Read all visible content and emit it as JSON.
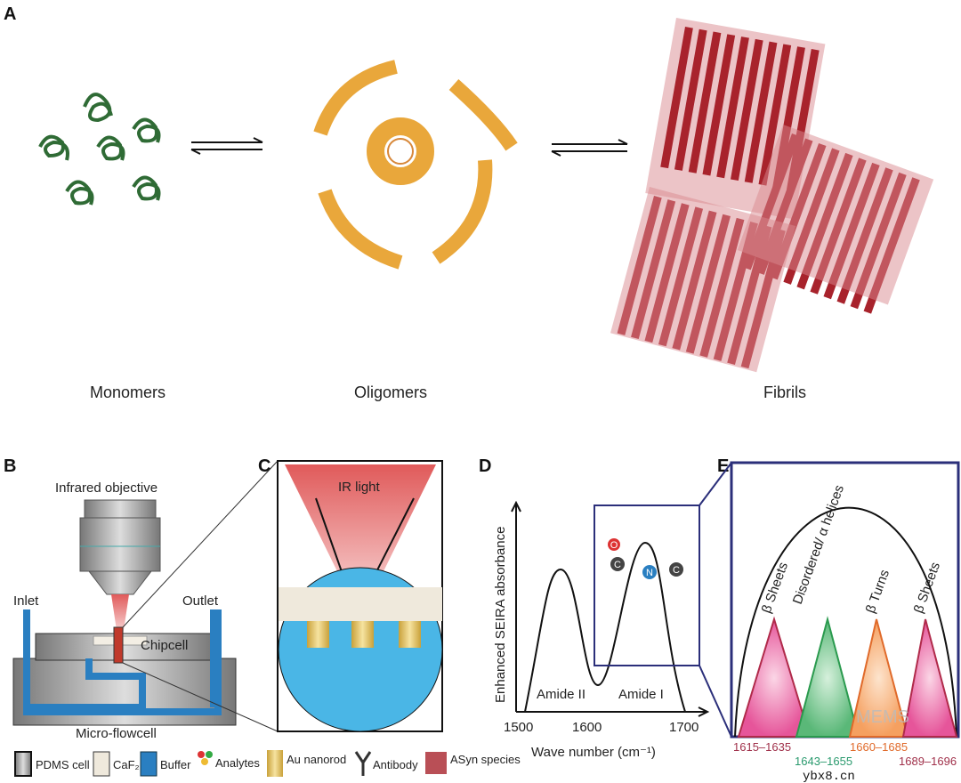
{
  "panels": {
    "A": "A",
    "B": "B",
    "C": "C",
    "D": "D",
    "E": "E"
  },
  "panel_a": {
    "monomers": "Monomers",
    "oligomers": "Oligomers",
    "fibrils": "Fibrils"
  },
  "panel_b": {
    "objective": "Infrared objective",
    "inlet": "Inlet",
    "outlet": "Outlet",
    "chipcell": "Chipcell",
    "flowcell": "Micro-flowcell"
  },
  "panel_c": {
    "ir_light": "IR light"
  },
  "panel_d": {
    "ylabel": "Enhanced SEIRA absorbance",
    "xlabel": "Wave number (cm⁻¹)",
    "ticks": [
      "1500",
      "1600",
      "1700"
    ],
    "amide2": "Amide II",
    "amide1": "Amide I",
    "atoms": [
      "O",
      "C",
      "N",
      "C"
    ]
  },
  "panel_e": {
    "peaks": [
      {
        "label": "β Sheets",
        "range": "1615–1635",
        "color": "#e0528a"
      },
      {
        "label": "Disordered/ α helices",
        "range": "1643–1655",
        "color": "#3daa5e"
      },
      {
        "label": "β Turns",
        "range": "1660–1685",
        "color": "#f08a3c"
      },
      {
        "label": "β Sheets",
        "range": "1689–1696",
        "color": "#e0528a"
      }
    ]
  },
  "legend": [
    "PDMS cell",
    "CaF₂",
    "Buffer",
    "Analytes",
    "Au nanorod",
    "Antibody",
    "ASyn species"
  ],
  "watermark": [
    "MEMS",
    "ybx8.cn"
  ],
  "colors": {
    "monomer": "#2f6b35",
    "oligomer": "#e9a73b",
    "fibril": "#a8232c",
    "frame": "#2b2f7a",
    "buffer": "#2a7fc1"
  }
}
